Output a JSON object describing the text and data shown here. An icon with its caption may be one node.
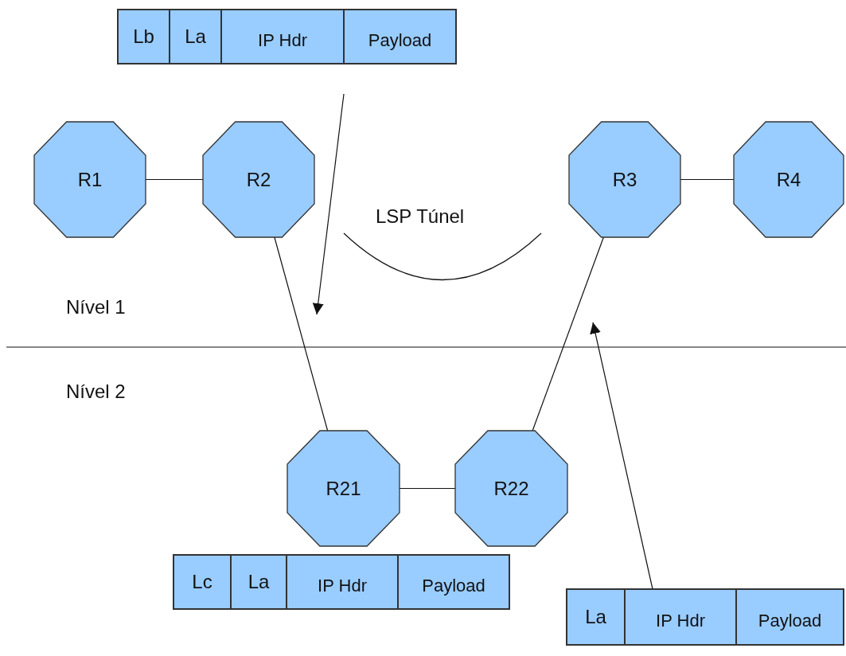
{
  "diagram": {
    "nodes": [
      {
        "text": [],
        "shape": "box"
      },
      {
        "text": [
          "Lb"
        ],
        "in": 0
      },
      {
        "text": [
          "La"
        ],
        "in": 0
      },
      {
        "text": [
          "IP Hdr"
        ],
        "in": 0
      },
      {
        "text": [
          "Payload"
        ],
        "in": 0
      },
      {
        "text": [
          "R1"
        ]
      },
      {
        "text": [
          "R2"
        ]
      },
      {
        "text": [
          "R3"
        ]
      },
      {
        "text": [
          "R4"
        ]
      },
      {
        "text": [
          "R21"
        ]
      },
      {
        "text": [
          "R22"
        ]
      },
      {
        "text": [],
        "shape": "box"
      },
      {
        "text": [
          "Lc"
        ],
        "in": 11
      },
      {
        "text": [
          "La"
        ],
        "in": 11
      },
      {
        "text": [
          "IP Hdr"
        ],
        "in": 11
      },
      {
        "text": [
          "Payload"
        ],
        "in": 11
      },
      {
        "text": [],
        "shape": "box"
      },
      {
        "text": [
          "La"
        ],
        "in": 16
      },
      {
        "text": [
          "IP Hdr"
        ],
        "in": 16
      },
      {
        "text": [
          "Payload"
        ],
        "in": 16
      }
    ],
    "edges": [
      {
        "from": 5,
        "to": 6,
        "arrow": "none"
      },
      {
        "from": 7,
        "to": 8,
        "arrow": "none"
      },
      {
        "from": 6,
        "to": 9,
        "arrow": "none"
      },
      {
        "from": 9,
        "to": 10,
        "arrow": "none"
      },
      {
        "from": 10,
        "to": 7,
        "arrow": "none"
      },
      {
        "from": 0,
        "to": null,
        "arrow": "to"
      },
      {
        "from": 16,
        "to": null,
        "arrow": "to"
      }
    ],
    "labels": [
      "LSP Túnel",
      "Nível 1",
      "Nível 2"
    ]
  }
}
